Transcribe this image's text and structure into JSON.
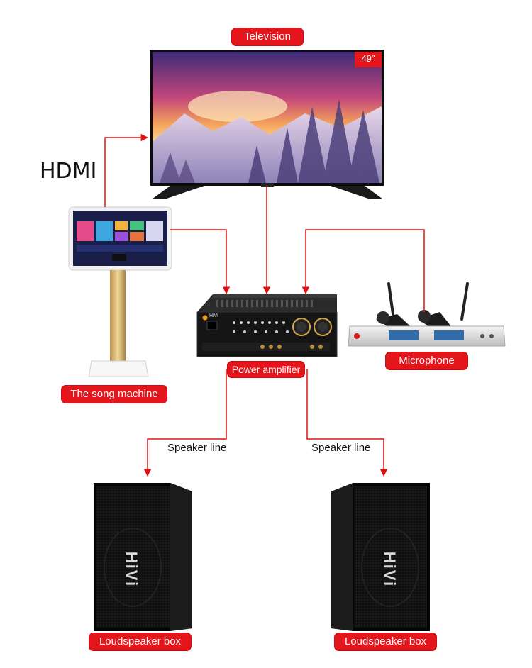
{
  "labels": {
    "television": "Television",
    "tv_size": "49\"",
    "hdmi": "HDMI",
    "song_machine": "The song machine",
    "power_amplifier": "Power amplifier",
    "microphone": "Microphone",
    "speaker_line_left": "Speaker line",
    "speaker_line_right": "Speaker line",
    "loudspeaker_left": "Loudspeaker box",
    "loudspeaker_right": "Loudspeaker box",
    "amp_brand": "HiVi",
    "speaker_brand_left": "HiVi",
    "speaker_brand_right": "HiVi"
  },
  "colors": {
    "accent": "#e5161b",
    "connector_line": "#e01010",
    "device_dark": "#141414",
    "stand_gold": "#d8b56a"
  },
  "icons": [
    "television-image",
    "song-machine-image",
    "power-amplifier-image",
    "microphone-receiver-image",
    "loudspeaker-image"
  ]
}
